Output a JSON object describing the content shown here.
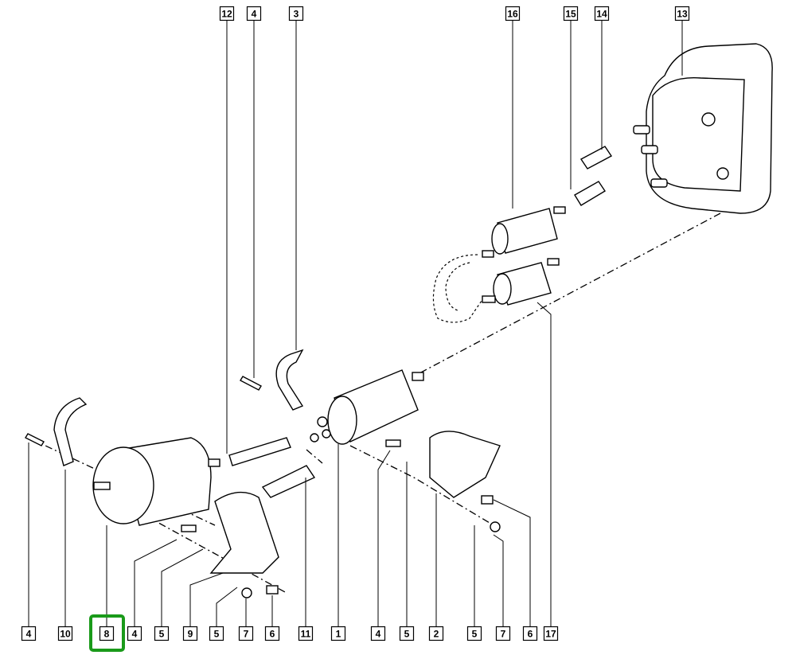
{
  "diagram": {
    "title": "Fuel heater / pump exploded parts diagram",
    "highlight_color": "#1a9a1a",
    "highlighted_label": "8",
    "top_labels": [
      "12",
      "4",
      "3",
      "16",
      "15",
      "14",
      "13"
    ],
    "bottom_labels": [
      "4",
      "10",
      "8",
      "4",
      "5",
      "9",
      "5",
      "7",
      "6",
      "11",
      "1",
      "4",
      "5",
      "2",
      "5",
      "7",
      "6",
      "17"
    ]
  }
}
